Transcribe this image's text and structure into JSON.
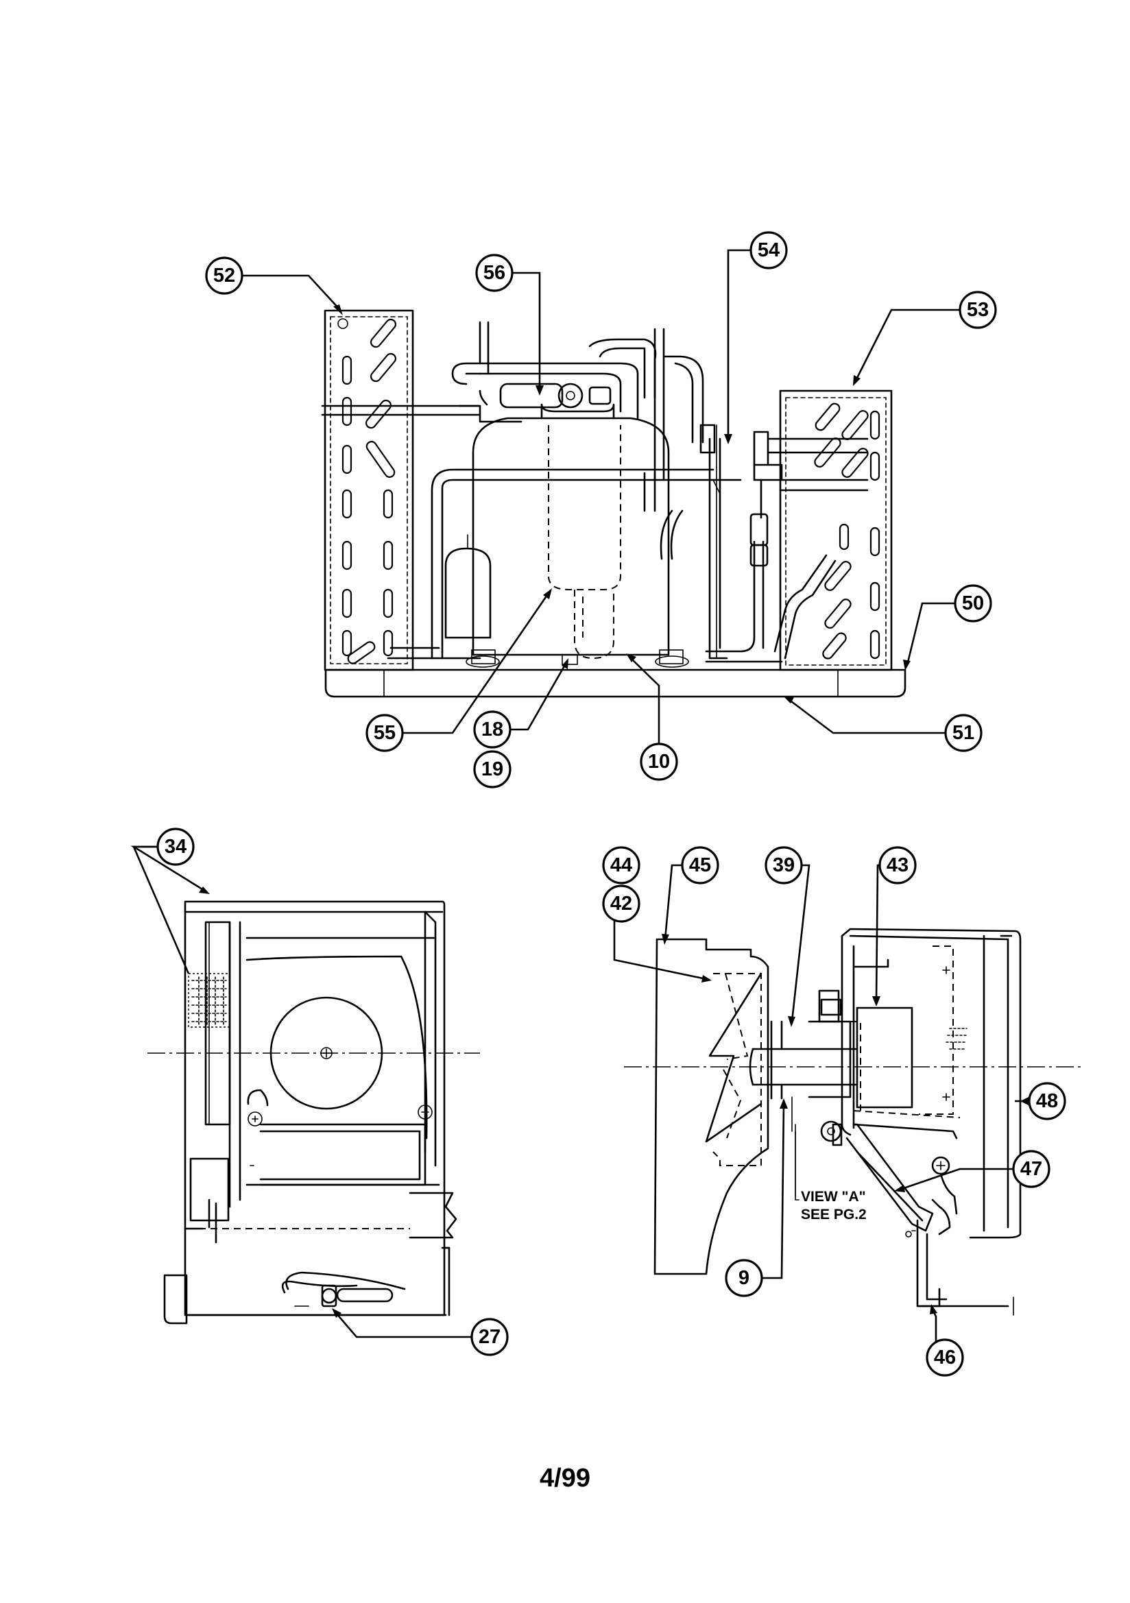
{
  "page": {
    "number": "4/99"
  },
  "top_view": {
    "callouts": [
      "52",
      "56",
      "54",
      "53",
      "50",
      "51",
      "55",
      "18",
      "19",
      "10"
    ]
  },
  "left_view": {
    "callouts": [
      "34",
      "27"
    ]
  },
  "right_view": {
    "callouts": [
      "44",
      "45",
      "42",
      "39",
      "43",
      "48",
      "47",
      "46",
      "9"
    ],
    "note_line1": "VIEW \"A\"",
    "note_line2": "SEE PG.2"
  }
}
